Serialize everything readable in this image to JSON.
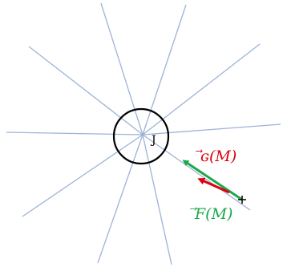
{
  "labels": {
    "point": "J",
    "g_vector": "⃗ɢ(M)",
    "f_vector": "⃗F(M)"
  },
  "colors": {
    "field_lines": "#9db3d6",
    "circle": "#000000",
    "g_vector": "#e00010",
    "f_vector": "#1aa84a",
    "point_mark": "#000000"
  }
}
